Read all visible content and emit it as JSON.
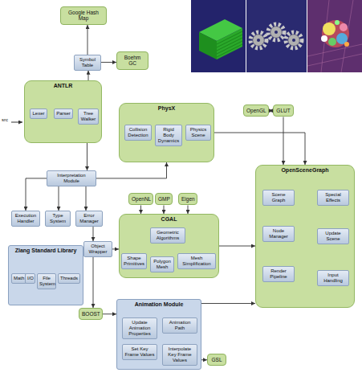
{
  "diagram": {
    "nodes": [
      {
        "text": [
          "Google Hash Map"
        ]
      },
      {
        "text": [
          "Symbol Table"
        ]
      },
      {
        "text": [
          "Boehm GC"
        ]
      },
      {
        "text": [
          "ANTLR"
        ]
      },
      {
        "text": [
          "Lexer"
        ],
        "in": 3
      },
      {
        "text": [
          "Parser"
        ],
        "in": 3
      },
      {
        "text": [
          "Tree Walker"
        ],
        "in": 3
      },
      {
        "text": [
          "PhysX"
        ]
      },
      {
        "text": [
          "Collision Detection"
        ],
        "in": 7
      },
      {
        "text": [
          "Rigid Body Dynamics"
        ],
        "in": 7
      },
      {
        "text": [
          "Physics Scene"
        ],
        "in": 7
      },
      {
        "text": [
          "OpenGL"
        ]
      },
      {
        "text": [
          "GLUT"
        ]
      },
      {
        "text": [
          "Interpretation Module"
        ]
      },
      {
        "text": [
          "Execution Handler"
        ]
      },
      {
        "text": [
          "Type System"
        ]
      },
      {
        "text": [
          "Error Manager"
        ]
      },
      {
        "text": [
          "Zlang Standard Library"
        ]
      },
      {
        "text": [
          "Math"
        ],
        "in": 17
      },
      {
        "text": [
          "I/O"
        ],
        "in": 17
      },
      {
        "text": [
          "File System"
        ],
        "in": 17
      },
      {
        "text": [
          "Threads"
        ],
        "in": 17
      },
      {
        "text": [
          "Object Wrapper"
        ]
      },
      {
        "text": [
          "OpenNL"
        ]
      },
      {
        "text": [
          "GMP"
        ]
      },
      {
        "text": [
          "Eigen"
        ]
      },
      {
        "text": [
          "CGAL"
        ]
      },
      {
        "text": [
          "Geometric Algorithms"
        ],
        "in": 26
      },
      {
        "text": [
          "Shape Primitives"
        ],
        "in": 26
      },
      {
        "text": [
          "Polygon Mesh"
        ],
        "in": 26
      },
      {
        "text": [
          "Mesh Simplification"
        ],
        "in": 26
      },
      {
        "text": [
          "OpenSceneGraph"
        ]
      },
      {
        "text": [
          "Scene Graph"
        ],
        "in": 31
      },
      {
        "text": [
          "Special Effects"
        ],
        "in": 31
      },
      {
        "text": [
          "Node Manager"
        ],
        "in": 31
      },
      {
        "text": [
          "Update Scene"
        ],
        "in": 31
      },
      {
        "text": [
          "Render Pipeline"
        ],
        "in": 31
      },
      {
        "text": [
          "Input Handling"
        ],
        "in": 31
      },
      {
        "text": [
          "BOOST"
        ]
      },
      {
        "text": [
          "Animation Module"
        ]
      },
      {
        "text": [
          "Update Animation Properties"
        ],
        "in": 39
      },
      {
        "text": [
          "Animation Path"
        ],
        "in": 39
      },
      {
        "text": [
          "Set Key Frame Values"
        ],
        "in": 39
      },
      {
        "text": [
          "Interpolate Key Frame Values"
        ],
        "in": 39
      },
      {
        "text": [
          "GSL"
        ]
      }
    ],
    "edges": [
      {
        "from": 4,
        "to": 5,
        "arrow": "to"
      },
      {
        "from": 5,
        "to": 6,
        "arrow": "to"
      },
      {
        "from": 6,
        "to": 1,
        "arrow": "to"
      },
      {
        "from": 1,
        "to": 0,
        "arrow": "to"
      },
      {
        "from": 1,
        "to": 2,
        "arrow": "to"
      },
      {
        "from": 6,
        "to": 13,
        "arrow": "to"
      },
      {
        "from": 13,
        "to": 14,
        "arrow": "to"
      },
      {
        "from": 13,
        "to": 15,
        "arrow": "to"
      },
      {
        "from": 13,
        "to": 16,
        "arrow": "to"
      },
      {
        "from": 13,
        "to": 7,
        "arrow": "to"
      },
      {
        "from": 16,
        "to": 22,
        "arrow": "to"
      },
      {
        "from": 17,
        "to": 22,
        "arrow": "both"
      },
      {
        "from": 22,
        "to": 26,
        "arrow": "to"
      },
      {
        "from": 22,
        "to": 38,
        "arrow": "to"
      },
      {
        "from": 38,
        "to": 39,
        "arrow": "to"
      },
      {
        "from": 23,
        "to": 26,
        "arrow": "to"
      },
      {
        "from": 24,
        "to": 26,
        "arrow": "to"
      },
      {
        "from": 25,
        "to": 26,
        "arrow": "to"
      },
      {
        "from": 27,
        "to": 28,
        "arrow": "to"
      },
      {
        "from": 27,
        "to": 30,
        "arrow": "to"
      },
      {
        "from": 11,
        "to": 12,
        "arrow": "both"
      },
      {
        "from": 12,
        "to": 31,
        "arrow": "to"
      },
      {
        "from": 7,
        "to": 31,
        "arrow": "to"
      },
      {
        "from": 26,
        "to": 31,
        "arrow": "to"
      },
      {
        "from": 39,
        "to": 31,
        "arrow": "to"
      },
      {
        "from": 32,
        "to": 34,
        "arrow": "to"
      },
      {
        "from": 34,
        "to": 36,
        "arrow": "to"
      },
      {
        "from": 34,
        "to": 35,
        "arrow": "to"
      },
      {
        "from": 33,
        "to": 35,
        "arrow": "to"
      },
      {
        "from": 35,
        "to": 37,
        "arrow": "to"
      },
      {
        "from": 40,
        "to": 41,
        "arrow": "to"
      },
      {
        "from": 40,
        "to": 42,
        "arrow": "to"
      },
      {
        "from": 42,
        "to": 43,
        "arrow": "to"
      },
      {
        "from": 39,
        "to": 44,
        "arrow": "to"
      }
    ],
    "labels": [
      "src"
    ]
  }
}
